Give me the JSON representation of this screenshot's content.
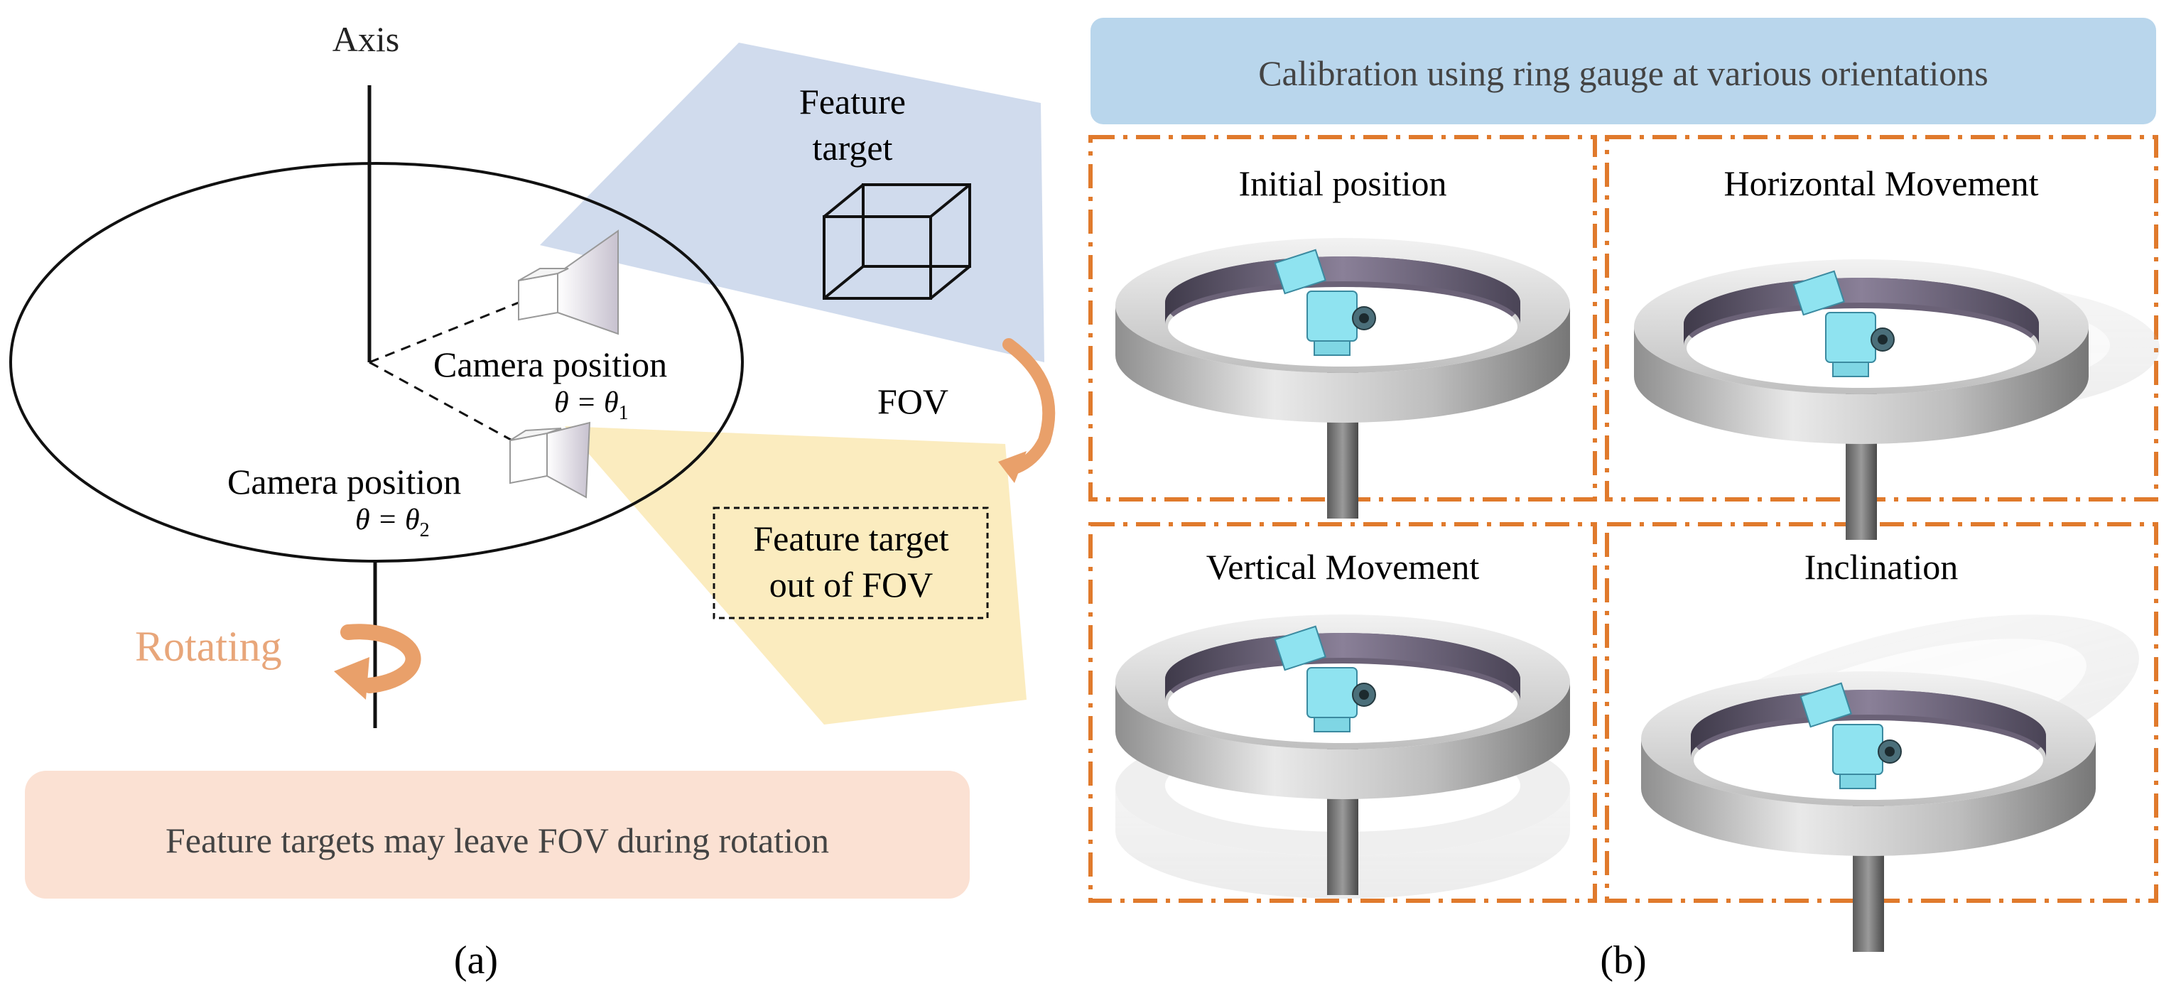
{
  "panel_a": {
    "axis_label": "Axis",
    "feature_target_line1": "Feature",
    "feature_target_line2": "target",
    "camera1_label": "Camera position",
    "camera1_theta": "θ = θ",
    "camera1_sub": "1",
    "camera2_label": "Camera position",
    "camera2_theta": "θ = θ",
    "camera2_sub": "2",
    "fov_label": "FOV",
    "out_line1": "Feature target",
    "out_line2": "out of FOV",
    "rotating_label": "Rotating",
    "caption_box": "Feature targets may leave FOV during rotation",
    "panel_label": "(a)"
  },
  "panel_b": {
    "header": "Calibration using ring gauge at various orientations",
    "cells": [
      {
        "label": "Initial position"
      },
      {
        "label": "Horizontal Movement"
      },
      {
        "label": "Vertical Movement"
      },
      {
        "label": "Inclination"
      }
    ],
    "panel_label": "(b)"
  },
  "colors": {
    "fov_blue": "#c8d5ea",
    "fov_yellow": "#fbeab8",
    "arrow_orange": "#e9a06a",
    "rotating_text": "#e8a67a",
    "caption_bg": "#fbe1d3",
    "header_bg": "#b9d6ec",
    "dash_orange": "#e07a2c",
    "camera_blue": "#8fe3f0"
  },
  "icons": [
    "cube-icon",
    "camera-icon",
    "rotation-arrow-icon",
    "ring-gauge-icon"
  ]
}
